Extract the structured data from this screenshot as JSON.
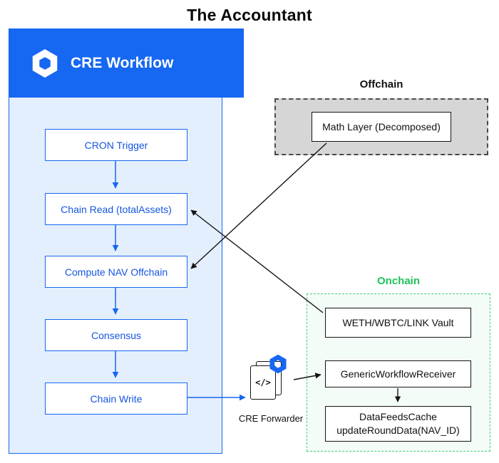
{
  "title": "The Accountant",
  "workflow_panel": {
    "header": "CRE Workflow",
    "steps": [
      {
        "label": "CRON Trigger"
      },
      {
        "label": "Chain Read (totalAssets)"
      },
      {
        "label": "Compute NAV Offchain"
      },
      {
        "label": "Consensus"
      },
      {
        "label": "Chain Write"
      }
    ]
  },
  "offchain": {
    "label": "Offchain",
    "math_layer": "Math Layer (Decomposed)"
  },
  "onchain": {
    "label": "Onchain",
    "vault": "WETH/WBTC/LINK Vault",
    "receiver": "GenericWorkflowReceiver",
    "datafeeds_line1": "DataFeedsCache",
    "datafeeds_line2": "updateRoundData(NAV_ID)"
  },
  "forwarder": {
    "label": "CRE Forwarder",
    "code_glyph": "</>"
  },
  "colors": {
    "chainlink_blue": "#1667F2",
    "panel_body": "#E4EFFD",
    "offchain_gray": "#D6D6D6",
    "onchain_green": "#1FC35C"
  }
}
